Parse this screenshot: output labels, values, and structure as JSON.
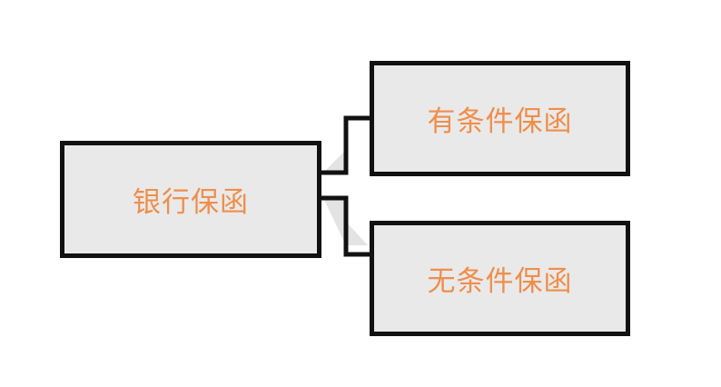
{
  "diagram": {
    "root": {
      "label": "银行保函"
    },
    "children": [
      {
        "label": "有条件保函"
      },
      {
        "label": "无条件保函"
      }
    ]
  },
  "colors": {
    "text": "#ef8e4c",
    "box_fill": "#e9e9e9",
    "border": "#111111",
    "shadow": "#dddddd"
  }
}
